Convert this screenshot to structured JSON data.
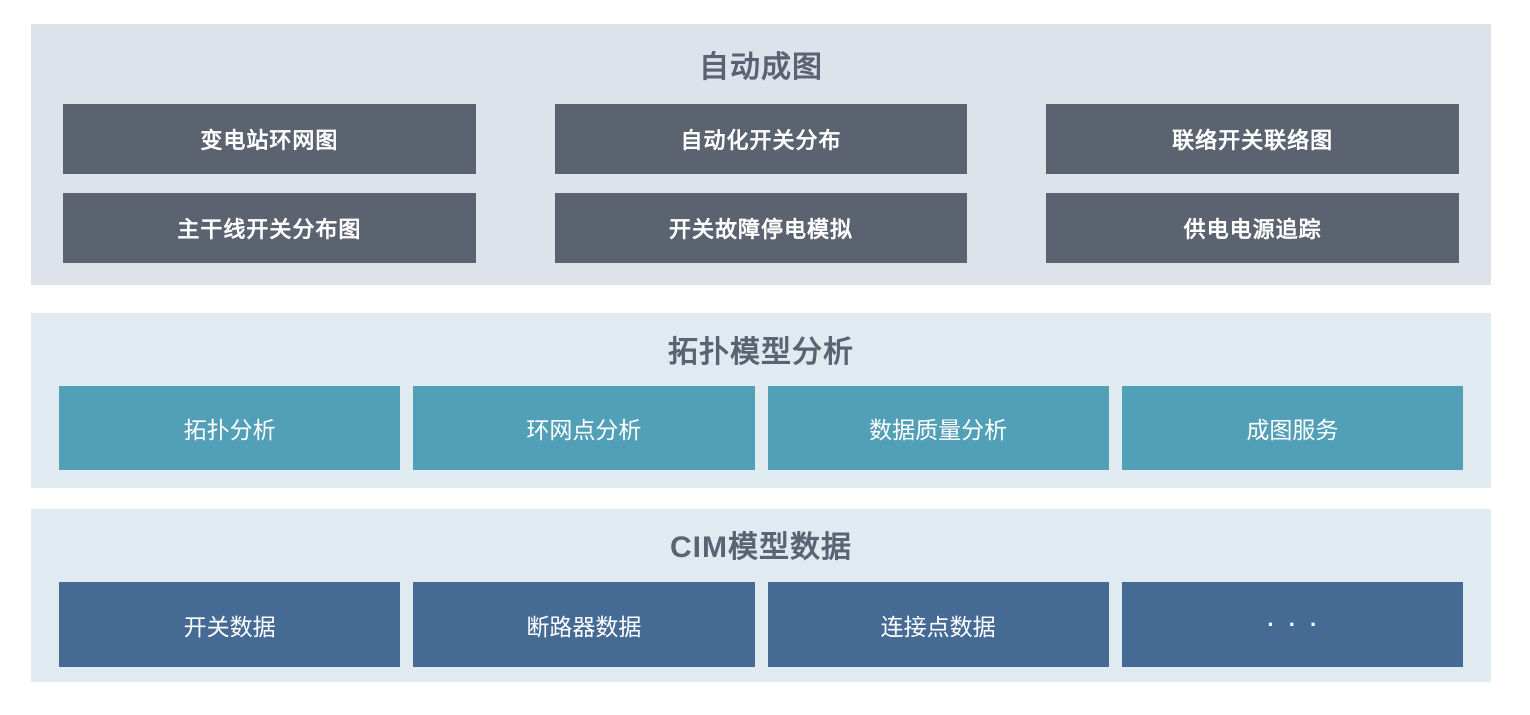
{
  "layers": {
    "auto_mapping": {
      "title": "自动成图",
      "rows": [
        [
          "变电站环网图",
          "自动化开关分布",
          "联络开关联络图"
        ],
        [
          "主干线开关分布图",
          "开关故障停电模拟",
          "供电电源追踪"
        ]
      ]
    },
    "topology_analysis": {
      "title": "拓扑模型分析",
      "items": [
        "拓扑分析",
        "环网点分析",
        "数据质量分析",
        "成图服务"
      ]
    },
    "cim_model_data": {
      "title": "CIM模型数据",
      "items": [
        "开关数据",
        "断路器数据",
        "连接点数据",
        "···"
      ]
    }
  },
  "colors": {
    "layer1_background": "#dee2eb",
    "layer1_box": "#5b6370",
    "layer2_background": "#dfeaf1",
    "layer2_box": "#529fb8",
    "layer3_background": "#dfeaf1",
    "layer3_box": "#456b95",
    "title_text": "#5a6372",
    "box_text": "#ffffff"
  }
}
